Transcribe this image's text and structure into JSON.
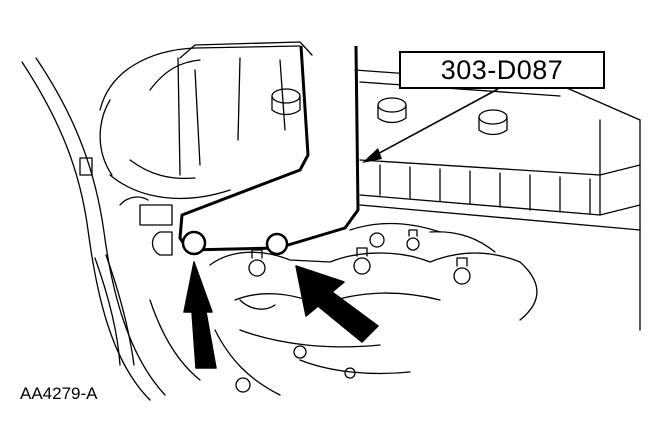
{
  "figure": {
    "tool_number": "303-D087",
    "figure_id": "AA4279-A"
  },
  "colors": {
    "line": "#000000",
    "background": "#ffffff"
  },
  "callouts": [
    {
      "name": "tool-callout-arrow",
      "target": "special tool 303-D087"
    },
    {
      "name": "locator-arrow-left",
      "target": "left fastener"
    },
    {
      "name": "locator-arrow-right",
      "target": "right fastener"
    }
  ]
}
